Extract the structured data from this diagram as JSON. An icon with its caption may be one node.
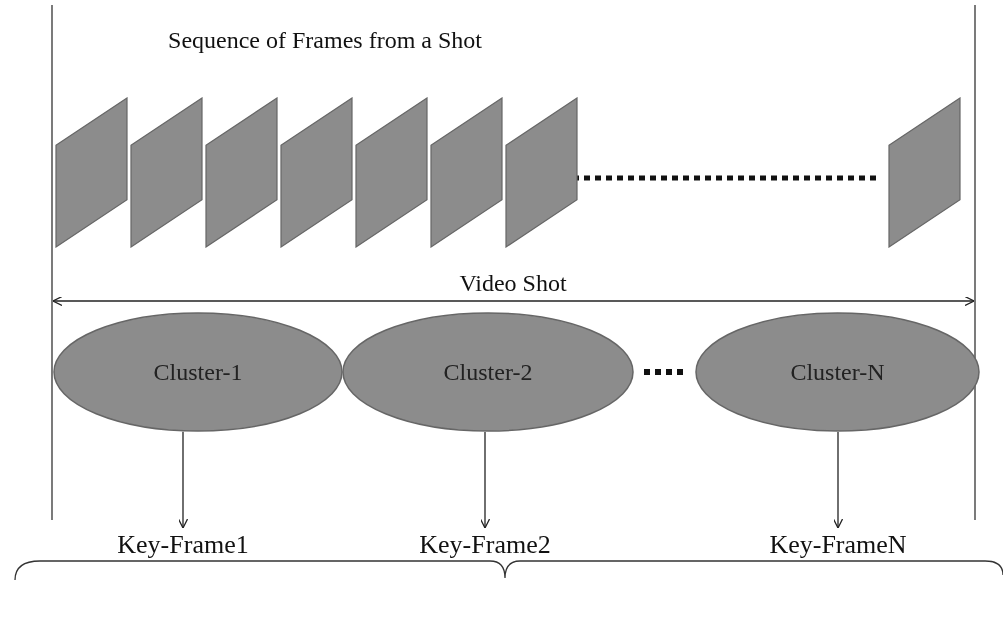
{
  "diagram": {
    "title": "Sequence of Frames from a Shot",
    "nodes": [
      {
        "text": [],
        "shape": "parallelogram"
      },
      {
        "text": [],
        "shape": "parallelogram"
      },
      {
        "text": [],
        "shape": "parallelogram"
      },
      {
        "text": [],
        "shape": "parallelogram"
      },
      {
        "text": [],
        "shape": "parallelogram"
      },
      {
        "text": [],
        "shape": "parallelogram"
      },
      {
        "text": [],
        "shape": "parallelogram"
      },
      {
        "text": [],
        "shape": "parallelogram"
      },
      {
        "text": [
          "Cluster-1"
        ]
      },
      {
        "text": [
          "Cluster-2"
        ]
      },
      {
        "text": [
          "Cluster-N"
        ]
      },
      {
        "text": [
          "Key-Frame1"
        ]
      },
      {
        "text": [
          "Key-Frame2"
        ]
      },
      {
        "text": [
          "Key-FrameN"
        ]
      }
    ],
    "edges": [
      {
        "from": 8,
        "to": 11,
        "arrow": "to"
      },
      {
        "from": 9,
        "to": 12,
        "arrow": "to"
      },
      {
        "from": 10,
        "to": 13,
        "arrow": "to"
      }
    ],
    "labels": [
      "Video Shot"
    ]
  }
}
